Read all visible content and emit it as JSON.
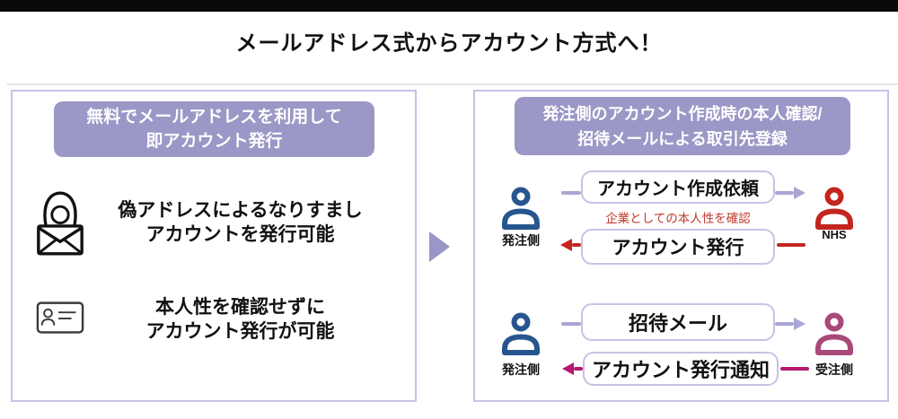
{
  "title": "メールアドレス式からアカウント方式へ！",
  "colors": {
    "header_purple": "#9b97c6",
    "panel_border": "#c7c2e3",
    "arrow_lavender": "#a9a6d4",
    "person_blue": "#27568f",
    "person_red": "#c3261f",
    "person_magenta": "#a8497a",
    "arrow_magenta": "#b5186e",
    "note_red": "#c0392b",
    "top_bar_black": "#0a0a0a"
  },
  "icons": {
    "left_item_1": "hacker-envelope-icon",
    "left_item_2": "id-card-icon",
    "transition": "right-arrow-icon",
    "actors": "person-icon"
  },
  "left_panel": {
    "header_line1": "無料でメールアドレスを利用して",
    "header_line2": "即アカウント発行",
    "items": [
      {
        "line1": "偽アドレスによるなりすまし",
        "line2": "アカウントを発行可能"
      },
      {
        "line1": "本人性を確認せずに",
        "line2": "アカウント発行が可能"
      }
    ]
  },
  "right_panel": {
    "header_line1": "発注側のアカウント作成時の本人確認/",
    "header_line2": "招待メールによる取引先登録",
    "flow1": {
      "left_actor": "発注側",
      "right_actor": "NHS",
      "request_box": "アカウント作成依頼",
      "note": "企業としての本人性を確認",
      "response_box": "アカウント発行"
    },
    "flow2": {
      "left_actor": "発注側",
      "right_actor": "受注側",
      "request_box": "招待メール",
      "response_box": "アカウント発行通知"
    }
  }
}
